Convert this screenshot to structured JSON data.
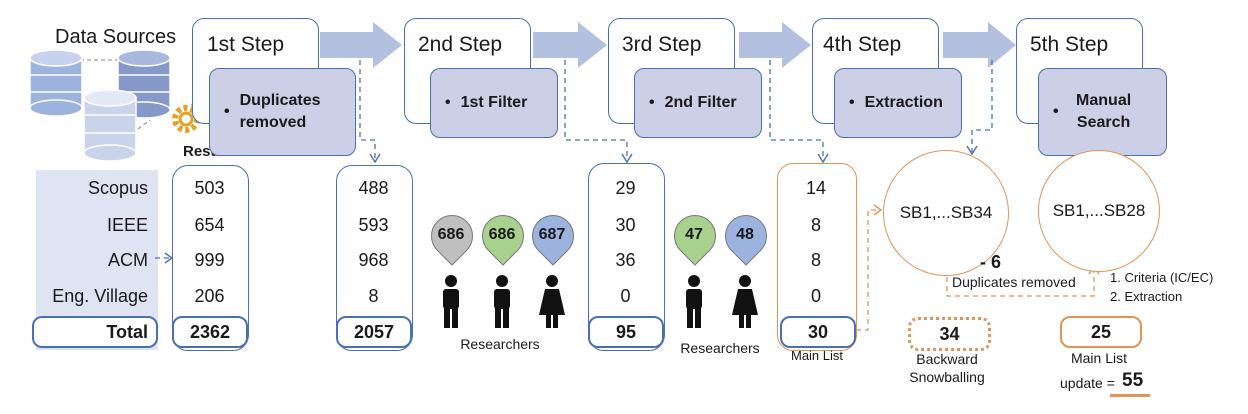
{
  "sources": {
    "title": "Data Sources",
    "results_label": "Results",
    "rows": [
      "Scopus",
      "IEEE",
      "ACM",
      "Eng. Village"
    ],
    "total_label": "Total"
  },
  "steps": [
    {
      "title": "1st Step",
      "sub": "Duplicates removed"
    },
    {
      "title": "2nd Step",
      "sub": "1st Filter"
    },
    {
      "title": "3rd Step",
      "sub": "2nd Filter"
    },
    {
      "title": "4th Step",
      "sub": "Extraction"
    },
    {
      "title": "5th Step",
      "sub": "Manual Search"
    }
  ],
  "columns": [
    {
      "values": [
        "503",
        "654",
        "999",
        "206"
      ],
      "total": "2362"
    },
    {
      "values": [
        "488",
        "593",
        "968",
        "8"
      ],
      "total": "2057"
    },
    {
      "values": [
        "29",
        "30",
        "36",
        "0"
      ],
      "total": "95"
    },
    {
      "values": [
        "14",
        "8",
        "8",
        "0"
      ],
      "total": "30",
      "caption": "Main List"
    }
  ],
  "researchers_1": {
    "pins": [
      "686",
      "686",
      "687"
    ],
    "label": "Researchers"
  },
  "researchers_2": {
    "pins": [
      "47",
      "48"
    ],
    "label": "Researchers"
  },
  "snowball": {
    "circle1": "SB1,...SB34",
    "circle2": "SB1,...SB28",
    "dup_value": "- 6",
    "dup_label": "Duplicates removed",
    "criteria": [
      "1. Criteria (IC/EC)",
      "2. Extraction"
    ],
    "box1_value": "34",
    "box1_caption": "Backward Snowballing",
    "box2_value": "25",
    "box2_caption": "Main List",
    "update_label": "update =",
    "update_value": "55"
  },
  "colors": {
    "blue": "#4a6fb5",
    "light_blue": "#ccd0e6",
    "orange": "#e29356",
    "arrow": "#b4c0e0",
    "pin_gray": "#bfbfbf",
    "pin_green": "#a9d18e",
    "pin_blue": "#9db3df"
  }
}
